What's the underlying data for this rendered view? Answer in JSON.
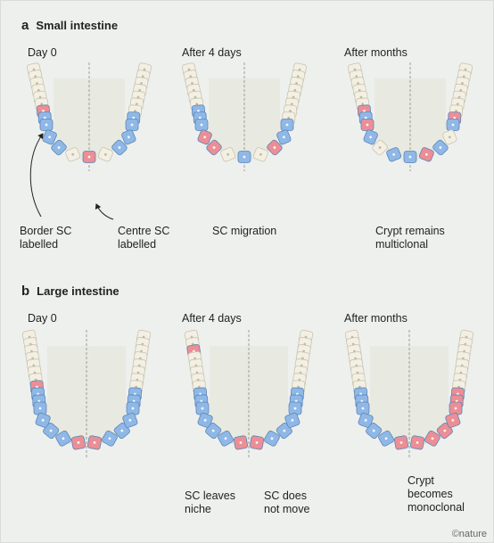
{
  "section_a": {
    "letter": "a",
    "title": "Small intestine"
  },
  "section_b": {
    "letter": "b",
    "title": "Large intestine"
  },
  "panels_a": {
    "day0": "Day 0",
    "after4": "After 4 days",
    "months": "After months"
  },
  "panels_b": {
    "day0": "Day 0",
    "after4": "After 4 days",
    "months": "After months"
  },
  "captions_a": {
    "border_sc": "Border SC\nlabelled",
    "centre_sc": "Centre SC\nlabelled",
    "migration": "SC migration",
    "multiclonal": "Crypt remains\nmulticlonal"
  },
  "captions_b": {
    "leaves_niche": "SC leaves\nniche",
    "does_not_move": "SC does\nnot move",
    "monoclonal": "Crypt\nbecomes\nmonoclonal"
  },
  "credit": "©nature",
  "colors": {
    "background": "#eef0ee",
    "cell": "#f3f0e3",
    "cell_stroke": "#c9c4b2",
    "stem_cell_blue": "#8fb8e6",
    "labelled_red": "#ec8e95",
    "lumen": "#e4e3d6"
  }
}
